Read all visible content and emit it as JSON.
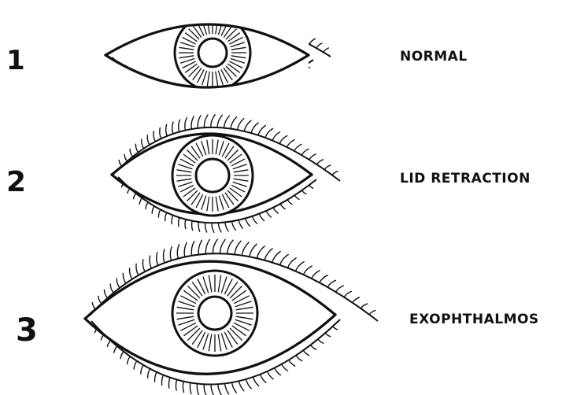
{
  "rows": [
    {
      "number": "1",
      "label": "NORMAL"
    },
    {
      "number": "2",
      "label": "LID RETRACTION"
    },
    {
      "number": "3",
      "label": "EXOPHTHALMOS"
    }
  ],
  "colors": {
    "ink": "#111111",
    "background": "#ffffff"
  }
}
